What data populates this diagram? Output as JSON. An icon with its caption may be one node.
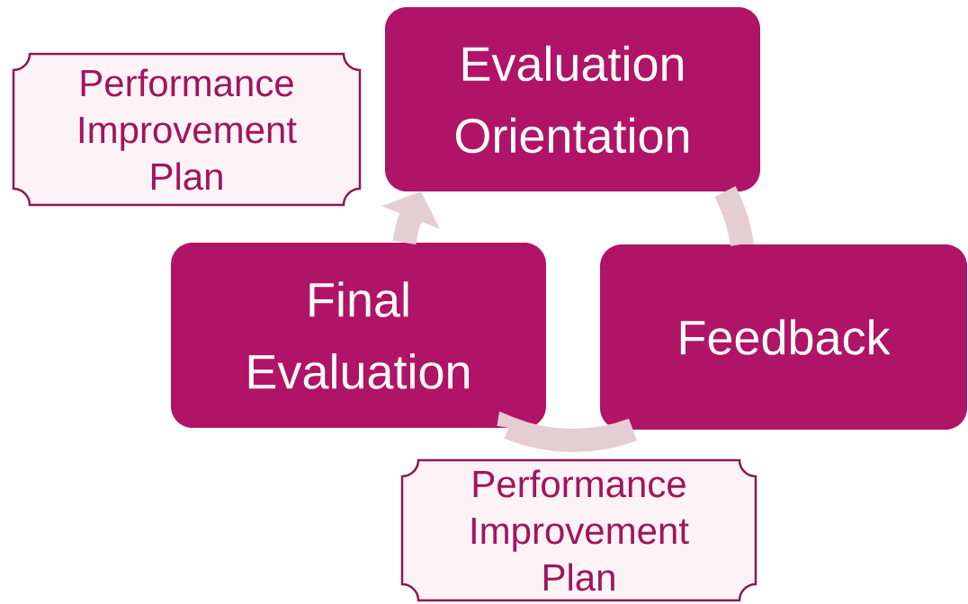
{
  "diagram": {
    "nodes": [
      {
        "text": [
          "Evaluation Orientation"
        ]
      },
      {
        "text": [
          "Feedback"
        ]
      },
      {
        "text": [
          "Final Evaluation"
        ]
      },
      {
        "text": [
          "Performance Improvement Plan"
        ]
      },
      {
        "text": [
          "Performance Improvement Plan"
        ]
      }
    ],
    "edges": [
      {
        "from": 0,
        "to": 1,
        "arrow": "none"
      },
      {
        "from": 1,
        "to": 2,
        "arrow": "none"
      },
      {
        "from": 2,
        "to": 0,
        "arrow": "to"
      }
    ]
  }
}
